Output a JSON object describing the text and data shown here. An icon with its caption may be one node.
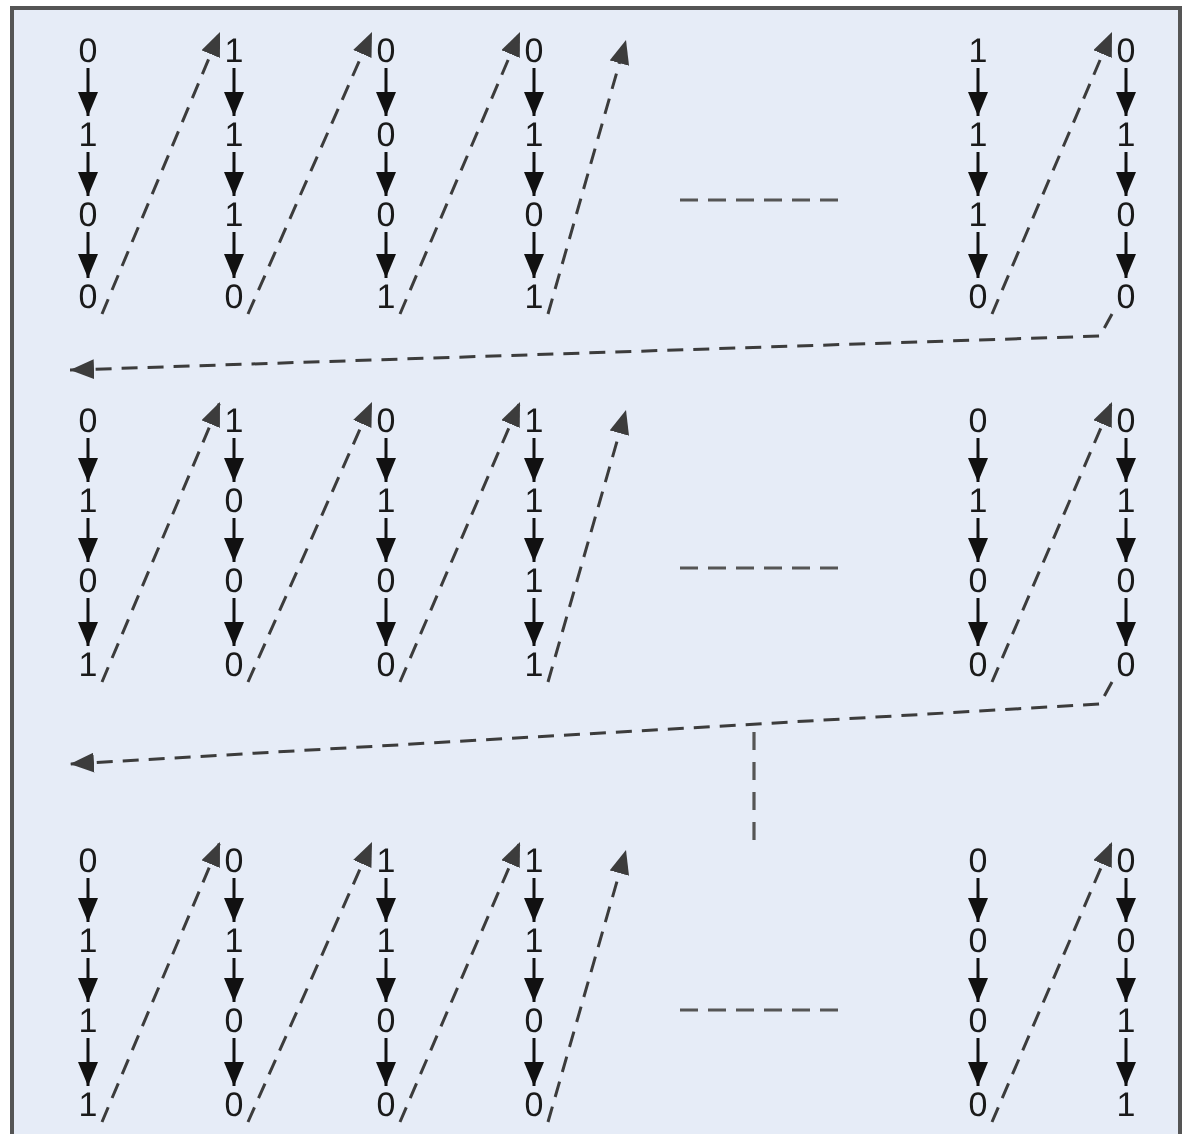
{
  "diagram": {
    "nodes": [
      {
        "text": [
          "0"
        ]
      },
      {
        "text": [
          "1"
        ]
      },
      {
        "text": [
          "0"
        ]
      },
      {
        "text": [
          "0"
        ]
      },
      {
        "text": [
          "1"
        ]
      },
      {
        "text": [
          "1"
        ]
      },
      {
        "text": [
          "1"
        ]
      },
      {
        "text": [
          "0"
        ]
      },
      {
        "text": [
          "0"
        ]
      },
      {
        "text": [
          "0"
        ]
      },
      {
        "text": [
          "0"
        ]
      },
      {
        "text": [
          "1"
        ]
      },
      {
        "text": [
          "0"
        ]
      },
      {
        "text": [
          "1"
        ]
      },
      {
        "text": [
          "0"
        ]
      },
      {
        "text": [
          "1"
        ]
      },
      {
        "text": [
          "1"
        ]
      },
      {
        "text": [
          "1"
        ]
      },
      {
        "text": [
          "1"
        ]
      },
      {
        "text": [
          "0"
        ]
      },
      {
        "text": [
          "0"
        ]
      },
      {
        "text": [
          "1"
        ]
      },
      {
        "text": [
          "0"
        ]
      },
      {
        "text": [
          "0"
        ]
      },
      {
        "text": [
          "0"
        ]
      },
      {
        "text": [
          "1"
        ]
      },
      {
        "text": [
          "0"
        ]
      },
      {
        "text": [
          "1"
        ]
      },
      {
        "text": [
          "1"
        ]
      },
      {
        "text": [
          "0"
        ]
      },
      {
        "text": [
          "0"
        ]
      },
      {
        "text": [
          "0"
        ]
      },
      {
        "text": [
          "0"
        ]
      },
      {
        "text": [
          "1"
        ]
      },
      {
        "text": [
          "0"
        ]
      },
      {
        "text": [
          "0"
        ]
      },
      {
        "text": [
          "1"
        ]
      },
      {
        "text": [
          "1"
        ]
      },
      {
        "text": [
          "1"
        ]
      },
      {
        "text": [
          "1"
        ]
      },
      {
        "text": [
          "0"
        ]
      },
      {
        "text": [
          "1"
        ]
      },
      {
        "text": [
          "0"
        ]
      },
      {
        "text": [
          "0"
        ]
      },
      {
        "text": [
          "0"
        ]
      },
      {
        "text": [
          "1"
        ]
      },
      {
        "text": [
          "0"
        ]
      },
      {
        "text": [
          "0"
        ]
      },
      {
        "text": [
          "0"
        ]
      },
      {
        "text": [
          "1"
        ]
      },
      {
        "text": [
          "1"
        ]
      },
      {
        "text": [
          "1"
        ]
      },
      {
        "text": [
          "0"
        ]
      },
      {
        "text": [
          "1"
        ]
      },
      {
        "text": [
          "0"
        ]
      },
      {
        "text": [
          "0"
        ]
      },
      {
        "text": [
          "1"
        ]
      },
      {
        "text": [
          "1"
        ]
      },
      {
        "text": [
          "0"
        ]
      },
      {
        "text": [
          "0"
        ]
      },
      {
        "text": [
          "1"
        ]
      },
      {
        "text": [
          "1"
        ]
      },
      {
        "text": [
          "0"
        ]
      },
      {
        "text": [
          "0"
        ]
      },
      {
        "text": [
          "0"
        ]
      },
      {
        "text": [
          "0"
        ]
      },
      {
        "text": [
          "0"
        ]
      },
      {
        "text": [
          "0"
        ]
      },
      {
        "text": [
          "0"
        ]
      },
      {
        "text": [
          "0"
        ]
      },
      {
        "text": [
          "1"
        ]
      },
      {
        "text": [
          "1"
        ]
      }
    ],
    "edges": [
      {
        "from": 0,
        "to": 1,
        "arrow": "to"
      },
      {
        "from": 1,
        "to": 2,
        "arrow": "to"
      },
      {
        "from": 2,
        "to": 3,
        "arrow": "to"
      },
      {
        "from": 4,
        "to": 5,
        "arrow": "to"
      },
      {
        "from": 5,
        "to": 6,
        "arrow": "to"
      },
      {
        "from": 6,
        "to": 7,
        "arrow": "to"
      },
      {
        "from": 8,
        "to": 9,
        "arrow": "to"
      },
      {
        "from": 9,
        "to": 10,
        "arrow": "to"
      },
      {
        "from": 10,
        "to": 11,
        "arrow": "to"
      },
      {
        "from": 12,
        "to": 13,
        "arrow": "to"
      },
      {
        "from": 13,
        "to": 14,
        "arrow": "to"
      },
      {
        "from": 14,
        "to": 15,
        "arrow": "to"
      },
      {
        "from": 16,
        "to": 17,
        "arrow": "to"
      },
      {
        "from": 17,
        "to": 18,
        "arrow": "to"
      },
      {
        "from": 18,
        "to": 19,
        "arrow": "to"
      },
      {
        "from": 20,
        "to": 21,
        "arrow": "to"
      },
      {
        "from": 21,
        "to": 22,
        "arrow": "to"
      },
      {
        "from": 22,
        "to": 23,
        "arrow": "to"
      },
      {
        "from": 3,
        "to": 4,
        "arrow": "to",
        "style": "dashed",
        "color": "#3c3c3c"
      },
      {
        "from": 7,
        "to": 8,
        "arrow": "to",
        "style": "dashed",
        "color": "#3c3c3c"
      },
      {
        "from": 11,
        "to": 12,
        "arrow": "to",
        "style": "dashed",
        "color": "#3c3c3c"
      },
      {
        "from": 15,
        "to": null,
        "arrow": "to",
        "style": "dashed",
        "color": "#3c3c3c"
      },
      {
        "from": 19,
        "to": 20,
        "arrow": "to",
        "style": "dashed",
        "color": "#3c3c3c"
      },
      {
        "from": 23,
        "to": 24,
        "arrow": "to",
        "style": "dashed",
        "color": "#3c3c3c"
      },
      {
        "from": 24,
        "to": 25,
        "arrow": "to"
      },
      {
        "from": 25,
        "to": 26,
        "arrow": "to"
      },
      {
        "from": 26,
        "to": 27,
        "arrow": "to"
      },
      {
        "from": 28,
        "to": 29,
        "arrow": "to"
      },
      {
        "from": 29,
        "to": 30,
        "arrow": "to"
      },
      {
        "from": 30,
        "to": 31,
        "arrow": "to"
      },
      {
        "from": 32,
        "to": 33,
        "arrow": "to"
      },
      {
        "from": 33,
        "to": 34,
        "arrow": "to"
      },
      {
        "from": 34,
        "to": 35,
        "arrow": "to"
      },
      {
        "from": 36,
        "to": 37,
        "arrow": "to"
      },
      {
        "from": 37,
        "to": 38,
        "arrow": "to"
      },
      {
        "from": 38,
        "to": 39,
        "arrow": "to"
      },
      {
        "from": 40,
        "to": 41,
        "arrow": "to"
      },
      {
        "from": 41,
        "to": 42,
        "arrow": "to"
      },
      {
        "from": 42,
        "to": 43,
        "arrow": "to"
      },
      {
        "from": 44,
        "to": 45,
        "arrow": "to"
      },
      {
        "from": 45,
        "to": 46,
        "arrow": "to"
      },
      {
        "from": 46,
        "to": 47,
        "arrow": "to"
      },
      {
        "from": 27,
        "to": 28,
        "arrow": "to",
        "style": "dashed",
        "color": "#3c3c3c"
      },
      {
        "from": 31,
        "to": 32,
        "arrow": "to",
        "style": "dashed",
        "color": "#3c3c3c"
      },
      {
        "from": 35,
        "to": 36,
        "arrow": "to",
        "style": "dashed",
        "color": "#3c3c3c"
      },
      {
        "from": 39,
        "to": null,
        "arrow": "to",
        "style": "dashed",
        "color": "#3c3c3c"
      },
      {
        "from": 43,
        "to": 44,
        "arrow": "to",
        "style": "dashed",
        "color": "#3c3c3c"
      },
      {
        "from": 47,
        "to": null,
        "arrow": "to",
        "style": "dashed",
        "color": "#3c3c3c"
      },
      {
        "from": 48,
        "to": 49,
        "arrow": "to"
      },
      {
        "from": 49,
        "to": 50,
        "arrow": "to"
      },
      {
        "from": 50,
        "to": 51,
        "arrow": "to"
      },
      {
        "from": 52,
        "to": 53,
        "arrow": "to"
      },
      {
        "from": 53,
        "to": 54,
        "arrow": "to"
      },
      {
        "from": 54,
        "to": 55,
        "arrow": "to"
      },
      {
        "from": 56,
        "to": 57,
        "arrow": "to"
      },
      {
        "from": 57,
        "to": 58,
        "arrow": "to"
      },
      {
        "from": 58,
        "to": 59,
        "arrow": "to"
      },
      {
        "from": 60,
        "to": 61,
        "arrow": "to"
      },
      {
        "from": 61,
        "to": 62,
        "arrow": "to"
      },
      {
        "from": 62,
        "to": 63,
        "arrow": "to"
      },
      {
        "from": 64,
        "to": 65,
        "arrow": "to"
      },
      {
        "from": 65,
        "to": 66,
        "arrow": "to"
      },
      {
        "from": 66,
        "to": 67,
        "arrow": "to"
      },
      {
        "from": 68,
        "to": 69,
        "arrow": "to"
      },
      {
        "from": 69,
        "to": 70,
        "arrow": "to"
      },
      {
        "from": 70,
        "to": 71,
        "arrow": "to"
      },
      {
        "from": 51,
        "to": 52,
        "arrow": "to",
        "style": "dashed",
        "color": "#3c3c3c"
      },
      {
        "from": 55,
        "to": 56,
        "arrow": "to",
        "style": "dashed",
        "color": "#3c3c3c"
      },
      {
        "from": 59,
        "to": 60,
        "arrow": "to",
        "style": "dashed",
        "color": "#3c3c3c"
      },
      {
        "from": 63,
        "to": null,
        "arrow": "to",
        "style": "dashed",
        "color": "#3c3c3c"
      },
      {
        "from": 67,
        "to": 68,
        "arrow": "to",
        "style": "dashed",
        "color": "#3c3c3c"
      }
    ]
  }
}
